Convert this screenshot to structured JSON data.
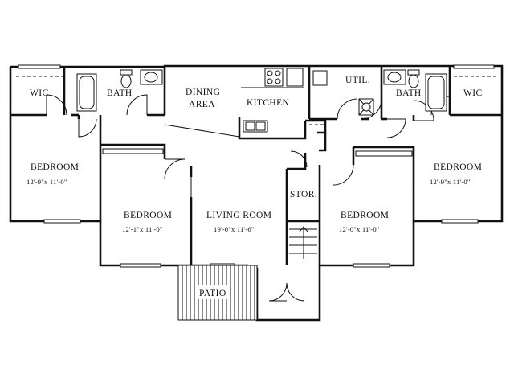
{
  "rooms": {
    "wic_left": {
      "name": "WIC"
    },
    "bath_left": {
      "name": "BATH"
    },
    "dining": {
      "name_line1": "DINING",
      "name_line2": "AREA"
    },
    "kitchen": {
      "name": "KITCHEN"
    },
    "util": {
      "name": "UTIL."
    },
    "bath_right": {
      "name": "BATH"
    },
    "wic_right": {
      "name": "WIC"
    },
    "bedroom_far_left": {
      "name": "BEDROOM",
      "dims": "12'-9\"x 11'-0\""
    },
    "bedroom_left": {
      "name": "BEDROOM",
      "dims": "12'-1\"x 11'-0\""
    },
    "living": {
      "name": "LIVING ROOM",
      "dims": "19'-0\"x 11'-6\""
    },
    "storage": {
      "name": "STOR."
    },
    "bedroom_right": {
      "name": "BEDROOM",
      "dims": "12'-0\"x 11'-0\""
    },
    "bedroom_far_right": {
      "name": "BEDROOM",
      "dims": "12'-9\"x 11'-0\""
    },
    "patio": {
      "name": "PATIO"
    }
  }
}
